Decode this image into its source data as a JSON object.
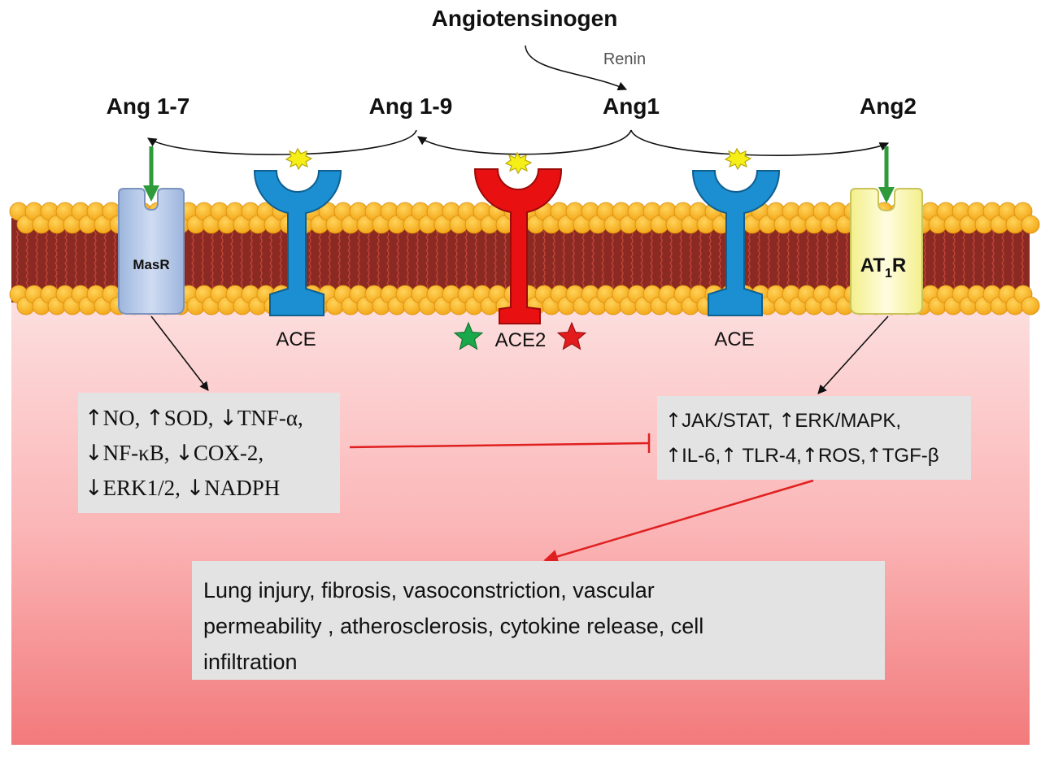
{
  "labels": {
    "angiotensinogen": "Angiotensinogen",
    "renin": "Renin",
    "ang17": "Ang 1-7",
    "ang19": "Ang 1-9",
    "ang1": "Ang1",
    "ang2": "Ang2",
    "masr": "MasR",
    "at1r_main": "AT",
    "at1r_sub": "1",
    "at1r_end": "R",
    "ace_left": "ACE",
    "ace2": "ACE2",
    "ace_right": "ACE"
  },
  "mas_effects": {
    "lines": [
      [
        "↑",
        "NO, ",
        "↑",
        "SOD, ",
        "↓",
        "TNF-α,"
      ],
      [
        "↓",
        "NF-κB, ",
        "↓",
        "COX-2,"
      ],
      [
        "↓",
        "ERK1/2, ",
        "↓",
        "NADPH"
      ]
    ]
  },
  "at1_effects": {
    "lines": [
      [
        "↑",
        "JAK/STAT,   ",
        "↑",
        "ERK/MAPK,"
      ],
      [
        "↑",
        "IL-6,",
        "↑",
        " TLR-4,",
        "↑",
        "ROS,",
        "↑",
        "TGF-β"
      ]
    ]
  },
  "outcome": {
    "text": "Lung injury, fibrosis, vasoconstriction, vascular permeability , atherosclerosis, cytokine release, cell infiltration",
    "lines": [
      "Lung injury, fibrosis, vasoconstriction, vascular",
      "permeability , atherosclerosis, cytokine release, cell",
      "infiltration"
    ]
  },
  "colors": {
    "ace": "#1b8fd2",
    "ace2": "#e81010",
    "masr": "#b8ccea",
    "at1r": "#fbf7a8",
    "lipid_head": "#f9b51a",
    "membrane_core": "#8a2a22",
    "cytoplasm_top": "#fde3e3",
    "cytoplasm_bottom": "#f27e80",
    "green_arrow": "#2e9a3a",
    "inhibit_line": "#e02020",
    "green_star": "#1aa84a",
    "red_star": "#e21c1c",
    "box_bg": "#e3e3e3"
  }
}
